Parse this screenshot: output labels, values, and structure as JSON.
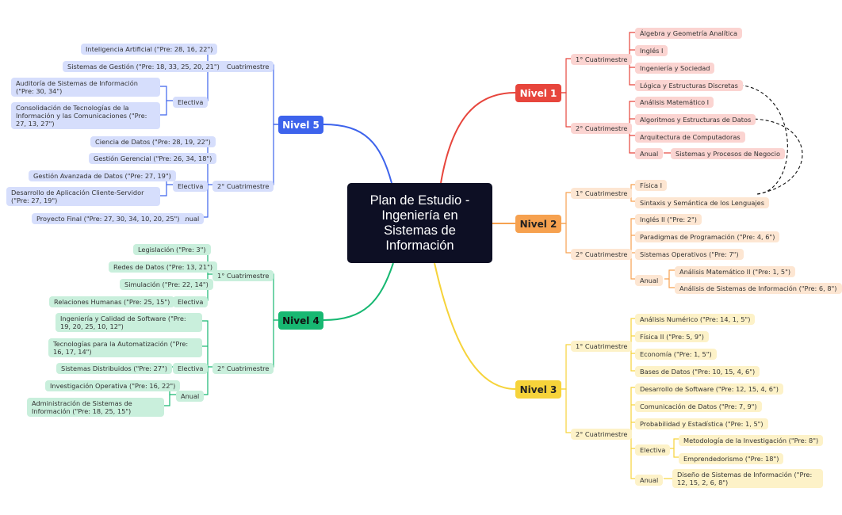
{
  "root": {
    "title": "Plan de Estudio - Ingeniería en Sistemas de Información"
  },
  "levels": {
    "n1": "Nivel 1",
    "n2": "Nivel 2",
    "n3": "Nivel 3",
    "n4": "Nivel 4",
    "n5": "Nivel 5"
  },
  "labels": {
    "q1": "1° Cuatrimestre",
    "q2": "2° Cuatrimestre",
    "electiva": "Electiva",
    "anual": "Anual"
  },
  "nivel1": {
    "q1": [
      "Álgebra y Geometría Analítica",
      "Inglés I",
      "Ingeniería y Sociedad",
      "Lógica y Estructuras Discretas"
    ],
    "q2": [
      "Análisis Matemático I",
      "Algoritmos y Estructuras de Datos",
      "Arquitectura de Computadoras"
    ],
    "anual": "Sistemas y Procesos de Negocio"
  },
  "nivel2": {
    "q1": [
      "Física I",
      "Sintaxis y Semántica de los Lenguajes"
    ],
    "q2": [
      "Inglés II (\"Pre: 2\")",
      "Paradigmas de Programación (\"Pre: 4, 6\")",
      "Sistemas Operativos (\"Pre: 7\")"
    ],
    "anual": [
      "Análisis Matemático II (\"Pre: 1, 5\")",
      "Análisis de Sistemas de Información (\"Pre: 6, 8\")"
    ]
  },
  "nivel3": {
    "q1": [
      "Análisis Numérico (\"Pre: 14, 1, 5\")",
      "Física II (\"Pre: 5, 9\")",
      "Economía (\"Pre: 1, 5\")",
      "Bases de Datos (\"Pre: 10, 15, 4, 6\")"
    ],
    "q2": [
      "Desarrollo de Software (\"Pre: 12, 15, 4, 6\")",
      "Comunicación de Datos (\"Pre: 7, 9\")",
      "Probabilidad y Estadística (\"Pre: 1, 5\")"
    ],
    "electiva": [
      "Metodología de la Investigación (\"Pre: 8\")",
      "Emprendedorismo (\"Pre: 18\")"
    ],
    "anual": "Diseño de Sistemas de Información (\"Pre: 12, 15, 2, 6, 8\")"
  },
  "nivel4": {
    "q1": [
      "Legislación (\"Pre: 3\")",
      "Redes de Datos (\"Pre: 13, 21\")",
      "Simulación (\"Pre: 22, 14\")"
    ],
    "q1_electiva": "Relaciones Humanas (\"Pre: 25, 15\")",
    "q2": [
      "Ingeniería y Calidad de Software (\"Pre: 19, 20, 25, 10, 12\")",
      "Tecnologías para la Automatización (\"Pre: 16, 17, 14\")"
    ],
    "q2_electiva": "Sistemas Distribuidos (\"Pre: 27\")",
    "anual": [
      "Investigación Operativa (\"Pre: 16, 22\")",
      "Administración de Sistemas de Información (\"Pre: 18, 25, 15\")"
    ]
  },
  "nivel5": {
    "q1": [
      "Inteligencia Artificial (\"Pre: 28, 16, 22\")",
      "Sistemas de Gestión (\"Pre: 18, 33, 25, 20, 21\")"
    ],
    "q1_electiva": [
      "Auditoría de Sistemas de Información (\"Pre: 30, 34\")",
      "Consolidación de Tecnologías de la Información y las Comunicaciones (\"Pre: 27, 13, 27\")"
    ],
    "q2": [
      "Ciencia de Datos (\"Pre: 28, 19, 22\")",
      "Gestión Gerencial (\"Pre: 26, 34, 18\")"
    ],
    "q2_electiva": [
      "Gestión Avanzada de Datos (\"Pre: 27, 19\")",
      "Desarrollo de Aplicación Cliente-Servidor (\"Pre: 27, 19\")"
    ],
    "anual": "Proyecto Final (\"Pre: 27, 30, 34, 10, 20, 25\")"
  },
  "colors": {
    "nivel1": "#e7453c",
    "nivel2": "#f6a14f",
    "nivel3": "#f6d33a",
    "nivel4": "#17b872",
    "nivel5": "#3d63ec",
    "root": "#0d0f24"
  }
}
